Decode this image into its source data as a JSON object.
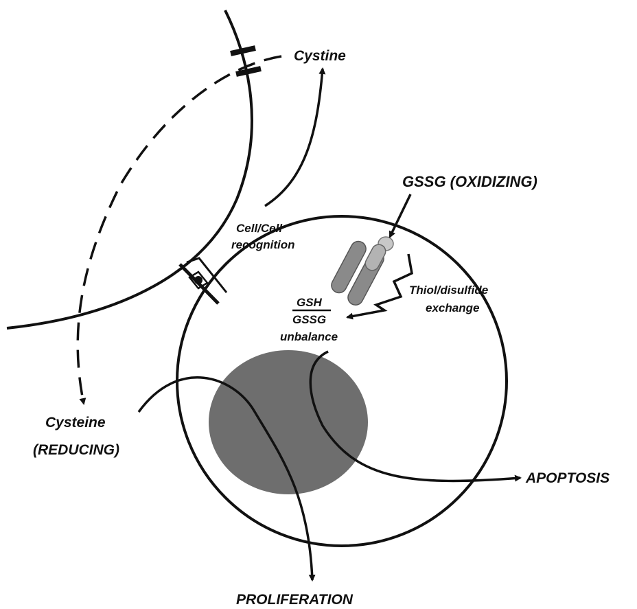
{
  "labels": {
    "cystine": "Cystine",
    "gssg_oxidizing": "GSSG (OXIDIZING)",
    "cell_cell": "Cell/Cell",
    "recognition": "recognition",
    "thiol_disulfide": "Thiol/disulfide",
    "exchange": "exchange",
    "gsh": "GSH",
    "gssg": "GSSG",
    "unbalance": "unbalance",
    "cysteine": "Cysteine",
    "reducing": "(REDUCING)",
    "apoptosis": "APOPTOSIS",
    "proliferation": "PROLIFERATION"
  },
  "colors": {
    "line": "#111111",
    "nucleus": "#6e6e6e",
    "receptor_dark": "#8a8a8a",
    "receptor_light": "#c8c8c8",
    "background": "#ffffff"
  }
}
